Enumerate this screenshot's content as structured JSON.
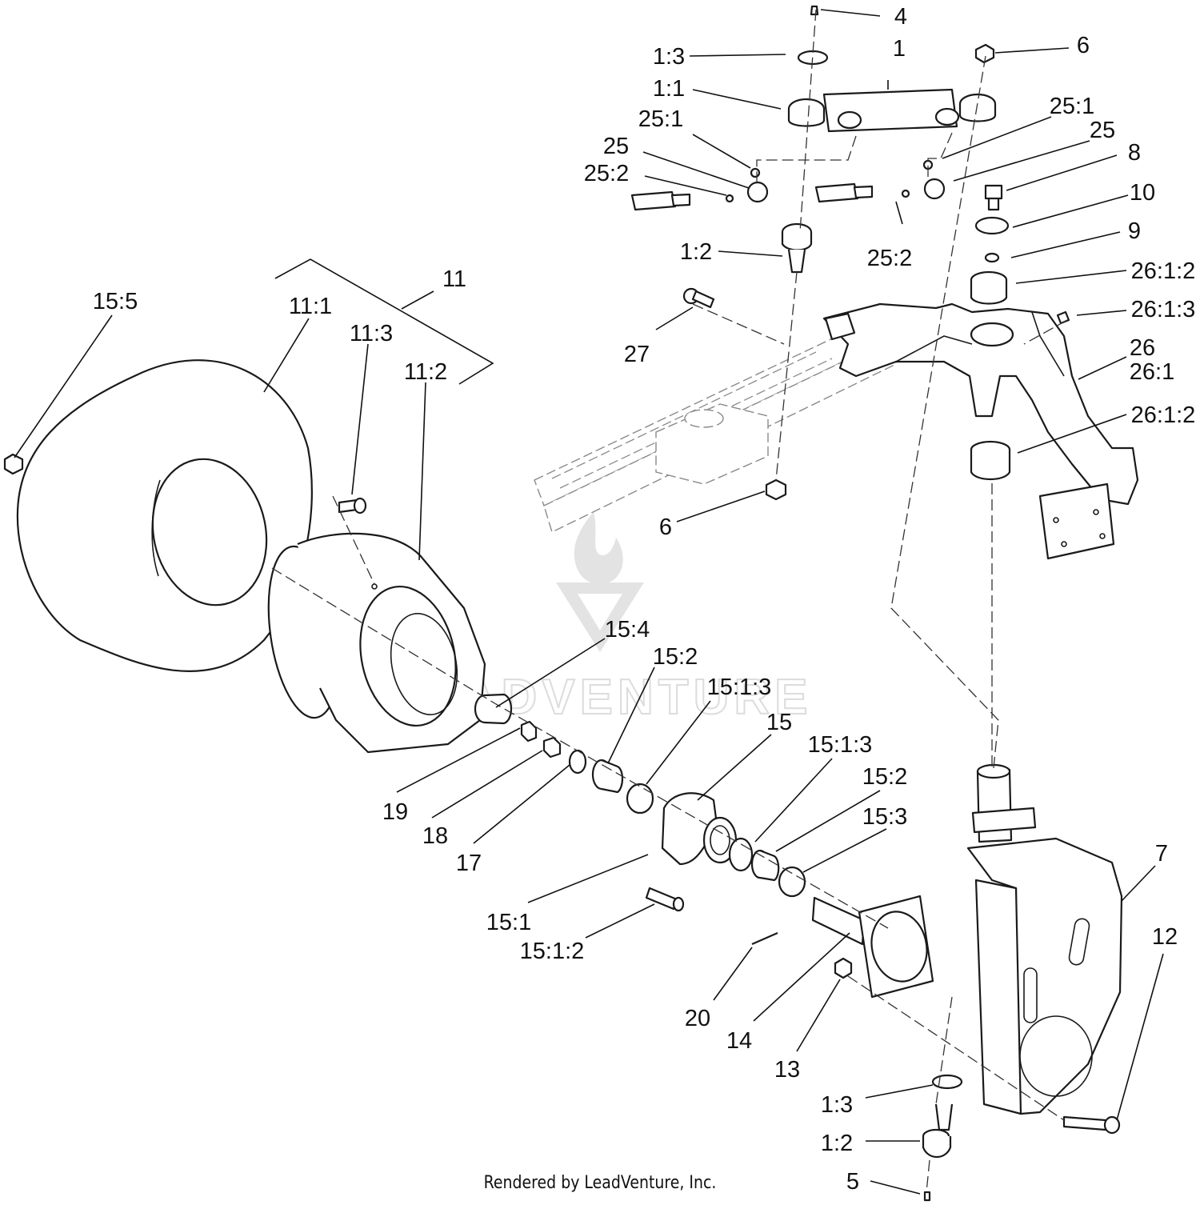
{
  "watermark": {
    "text": "LEADVENTURE"
  },
  "footer": {
    "credit": "Rendered by LeadVenture, Inc."
  },
  "callouts": [
    {
      "id": "c-4",
      "label": "4"
    },
    {
      "id": "c-1-3-top",
      "label": "1:3"
    },
    {
      "id": "c-1",
      "label": "1"
    },
    {
      "id": "c-6-top",
      "label": "6"
    },
    {
      "id": "c-1-1",
      "label": "1:1"
    },
    {
      "id": "c-25-1-left",
      "label": "25:1"
    },
    {
      "id": "c-25-1-right",
      "label": "25:1"
    },
    {
      "id": "c-25-left",
      "label": "25"
    },
    {
      "id": "c-25-right",
      "label": "25"
    },
    {
      "id": "c-25-2-left",
      "label": "25:2"
    },
    {
      "id": "c-8",
      "label": "8"
    },
    {
      "id": "c-10",
      "label": "10"
    },
    {
      "id": "c-9",
      "label": "9"
    },
    {
      "id": "c-25-2-right",
      "label": "25:2"
    },
    {
      "id": "c-1-2-top",
      "label": "1:2"
    },
    {
      "id": "c-26-1-2-top",
      "label": "26:1:2"
    },
    {
      "id": "c-26-1-3",
      "label": "26:1:3"
    },
    {
      "id": "c-11",
      "label": "11"
    },
    {
      "id": "c-15-5",
      "label": "15:5"
    },
    {
      "id": "c-11-1",
      "label": "11:1"
    },
    {
      "id": "c-11-3",
      "label": "11:3"
    },
    {
      "id": "c-27",
      "label": "27"
    },
    {
      "id": "c-26",
      "label": "26"
    },
    {
      "id": "c-26-1",
      "label": "26:1"
    },
    {
      "id": "c-11-2",
      "label": "11:2"
    },
    {
      "id": "c-26-1-2-bottom",
      "label": "26:1:2"
    },
    {
      "id": "c-6-mid",
      "label": "6"
    },
    {
      "id": "c-15-4",
      "label": "15:4"
    },
    {
      "id": "c-15-2-top",
      "label": "15:2"
    },
    {
      "id": "c-15-1-3-top",
      "label": "15:1:3"
    },
    {
      "id": "c-15",
      "label": "15"
    },
    {
      "id": "c-15-1-3-mid",
      "label": "15:1:3"
    },
    {
      "id": "c-15-2-mid",
      "label": "15:2"
    },
    {
      "id": "c-19",
      "label": "19"
    },
    {
      "id": "c-15-3",
      "label": "15:3"
    },
    {
      "id": "c-18",
      "label": "18"
    },
    {
      "id": "c-7",
      "label": "7"
    },
    {
      "id": "c-17",
      "label": "17"
    },
    {
      "id": "c-15-1",
      "label": "15:1"
    },
    {
      "id": "c-12",
      "label": "12"
    },
    {
      "id": "c-15-1-2",
      "label": "15:1:2"
    },
    {
      "id": "c-20",
      "label": "20"
    },
    {
      "id": "c-14",
      "label": "14"
    },
    {
      "id": "c-13",
      "label": "13"
    },
    {
      "id": "c-1-3-bottom",
      "label": "1:3"
    },
    {
      "id": "c-1-2-bottom",
      "label": "1:2"
    },
    {
      "id": "c-5",
      "label": "5"
    }
  ]
}
